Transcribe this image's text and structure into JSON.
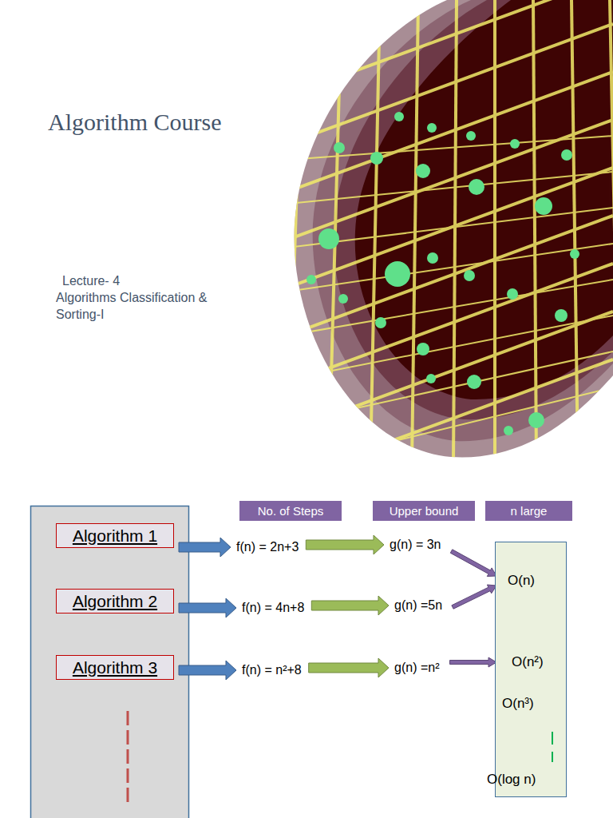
{
  "diagram": {
    "title": "Algorithm Course",
    "nodes": [
      {
        "text": [
          "No. of Steps"
        ]
      },
      {
        "text": [
          "Upper bound"
        ]
      },
      {
        "text": [
          "n large"
        ]
      },
      {
        "text": [
          "Algorithm 1"
        ]
      },
      {
        "text": [
          "f(n) = 2n+3"
        ]
      },
      {
        "text": [
          "g(n) = 3n"
        ]
      },
      {
        "text": [
          "O(n)",
          "O(n²)",
          "O(n³)",
          "O(log n)"
        ]
      },
      {
        "text": [
          "Algorithm 2"
        ]
      },
      {
        "text": [
          "f(n) = 4n+8"
        ]
      },
      {
        "text": [
          "g(n) =5n"
        ]
      },
      {
        "text": [
          "Algorithm 3"
        ]
      },
      {
        "text": [
          "f(n) = n²+8"
        ]
      },
      {
        "text": [
          "g(n) =n²"
        ]
      }
    ],
    "edges": [
      {
        "from": 3,
        "to": 4,
        "arrow": "to"
      },
      {
        "from": 4,
        "to": 5,
        "arrow": "to"
      },
      {
        "from": 5,
        "to": 6,
        "arrow": "to"
      },
      {
        "from": 7,
        "to": 8,
        "arrow": "to"
      },
      {
        "from": 8,
        "to": 9,
        "arrow": "to"
      },
      {
        "from": 9,
        "to": 6,
        "arrow": "to"
      },
      {
        "from": 10,
        "to": 11,
        "arrow": "to"
      },
      {
        "from": 11,
        "to": 12,
        "arrow": "to"
      },
      {
        "from": 12,
        "to": 6,
        "arrow": "to"
      }
    ],
    "labels": [
      "Lecture- 4",
      "Algorithms Classification & Sorting-I"
    ]
  }
}
